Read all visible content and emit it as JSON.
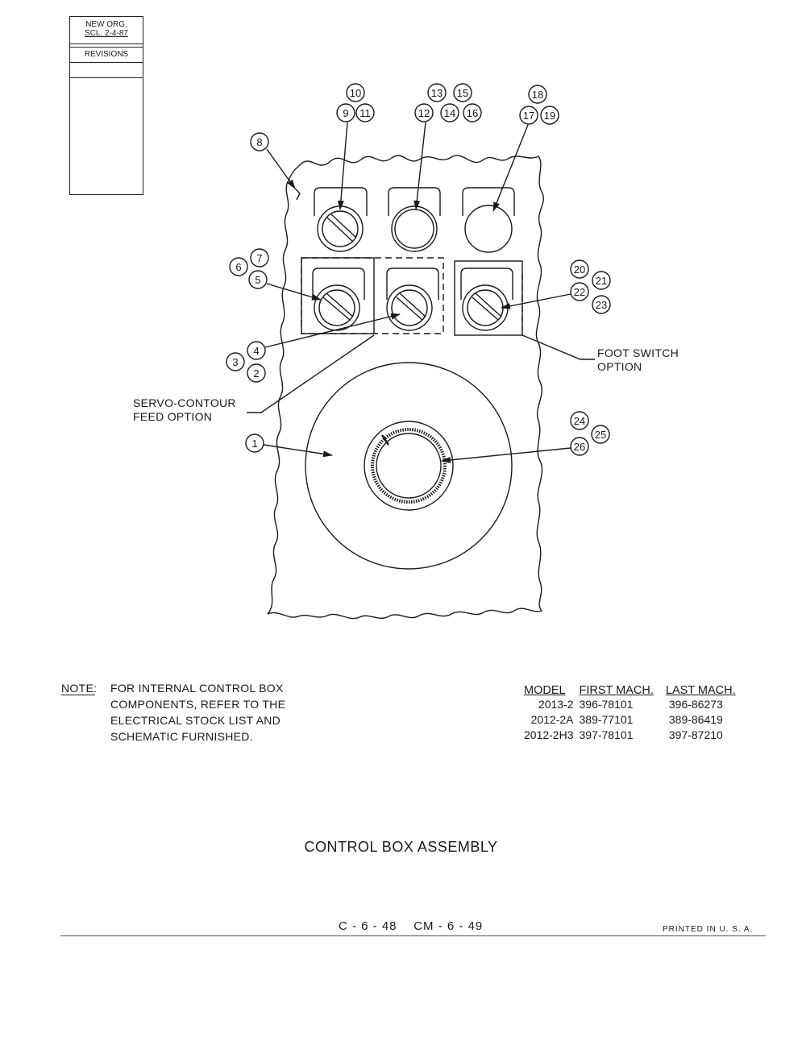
{
  "revision_block": {
    "org_line1": "NEW ORG.",
    "org_line2": "SCL. 2-4-87",
    "revisions_label": "REVISIONS"
  },
  "callouts": {
    "c1": "1",
    "c2": "2",
    "c3": "3",
    "c4": "4",
    "c5": "5",
    "c6": "6",
    "c7": "7",
    "c8": "8",
    "c9": "9",
    "c10": "10",
    "c11": "11",
    "c12": "12",
    "c13": "13",
    "c14": "14",
    "c15": "15",
    "c16": "16",
    "c17": "17",
    "c18": "18",
    "c19": "19",
    "c20": "20",
    "c21": "21",
    "c22": "22",
    "c23": "23",
    "c24": "24",
    "c25": "25",
    "c26": "26"
  },
  "labels": {
    "foot_switch_line1": "FOOT SWITCH",
    "foot_switch_line2": "OPTION",
    "servo_line1": "SERVO-CONTOUR",
    "servo_line2": "FEED OPTION"
  },
  "note": {
    "label": "NOTE:",
    "line1": "FOR INTERNAL CONTROL BOX",
    "line2": "COMPONENTS, REFER TO THE",
    "line3": "ELECTRICAL STOCK LIST AND",
    "line4": "SCHEMATIC FURNISHED."
  },
  "model_table": {
    "headers": [
      "MODEL",
      "FIRST MACH.",
      "LAST MACH."
    ],
    "rows": [
      [
        "2013-2",
        "396-78101",
        "396-86273"
      ],
      [
        "2012-2A",
        "389-77101",
        "389-86419"
      ],
      [
        "2012-2H3",
        "397-78101",
        "397-87210"
      ]
    ]
  },
  "title": "CONTROL BOX ASSEMBLY",
  "page_ref": "C - 6 - 48    CM - 6 - 49",
  "printed": "PRINTED IN U. S. A."
}
